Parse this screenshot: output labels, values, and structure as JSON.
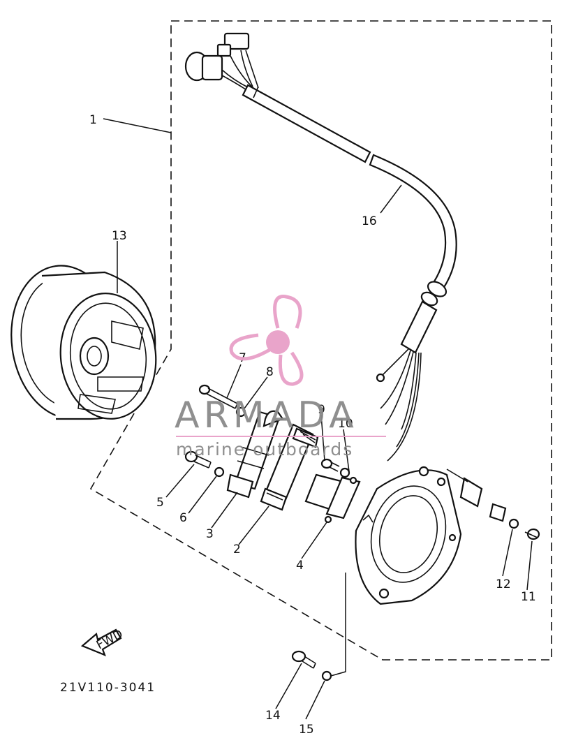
{
  "callouts": {
    "c1": "1",
    "c2": "2",
    "c3": "3",
    "c4": "4",
    "c5": "5",
    "c6": "6",
    "c7": "7",
    "c8": "8",
    "c9": "9",
    "c10": "10",
    "c11": "11",
    "c12": "12",
    "c13": "13",
    "c14": "14",
    "c15": "15",
    "c16": "16"
  },
  "fwd_label": "FWD",
  "drawing_code": "21V110-3041",
  "watermark": {
    "brand": "ARMADA",
    "tagline": "marine outboards",
    "colors": {
      "propeller": "#e8a0c8",
      "text": "#8a8a8a",
      "line": "#e8a0c8"
    }
  }
}
